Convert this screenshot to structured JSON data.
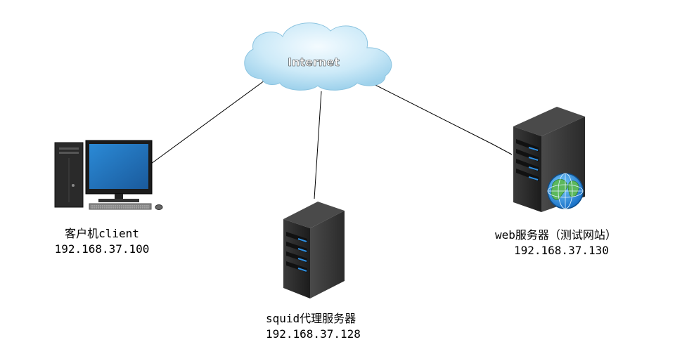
{
  "cloud": {
    "label": "Internet"
  },
  "nodes": {
    "client": {
      "name": "客户机client",
      "ip": "192.168.37.100"
    },
    "squid": {
      "name": "squid代理服务器",
      "ip": "192.168.37.128"
    },
    "web": {
      "name": "web服务器（测试网站）",
      "ip": "192.168.37.130"
    }
  },
  "icons": {
    "cloud": "internet-cloud-icon",
    "client": "desktop-computer-icon",
    "squid": "tower-server-icon",
    "web": "web-server-globe-icon"
  },
  "colors": {
    "server_body": "#2a2a2a",
    "drive_led": "#2f8fe0",
    "monitor_screen": "#1e6fb8",
    "cloud": "#cdeaf8"
  }
}
